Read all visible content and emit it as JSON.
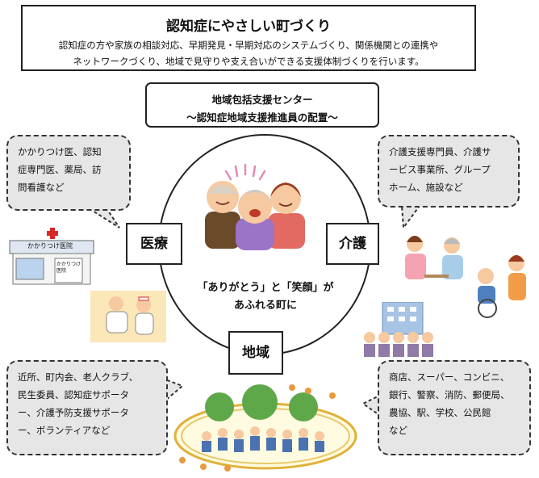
{
  "header": {
    "title": "認知症にやさしい町づくり",
    "body_line1": "認知症の方や家族の相談対応、早期発見・早期対応のシステムづくり、関係機関との連携や",
    "body_line2": "ネットワークづくり、地域で見守りや支え合いができる支援体制づくりを行います。"
  },
  "center_banner": {
    "line1": "地域包括支援センター",
    "line2": "～認知症地域支援推進員の配置～"
  },
  "slogan": {
    "line1": "「ありがとう」と「笑顔」が",
    "line2": "あふれる町に"
  },
  "categories": {
    "medical": "医療",
    "care": "介護",
    "community": "地域"
  },
  "bubbles": {
    "medical": [
      "かかりつけ医、認知",
      "症専門医、薬局、訪",
      "問看護など"
    ],
    "care": [
      "介護支援専門員、介護サ",
      "ービス事業所、グループ",
      "ホーム、施設など"
    ],
    "community": [
      "近所、町内会、老人クラブ、",
      "民生委員、認知症サポータ",
      "ー、介護予防支援サポータ",
      "ー、ボランティアなど"
    ],
    "shops": [
      "商店、スーパー、コンビニ、",
      "銀行、警察、消防、郵便局、",
      "農協、駅、学校、公民館",
      "など"
    ]
  },
  "clinic": {
    "sign": "かかりつけ医院",
    "door_label_1": "かかりつけ",
    "door_label_2": "医院"
  }
}
